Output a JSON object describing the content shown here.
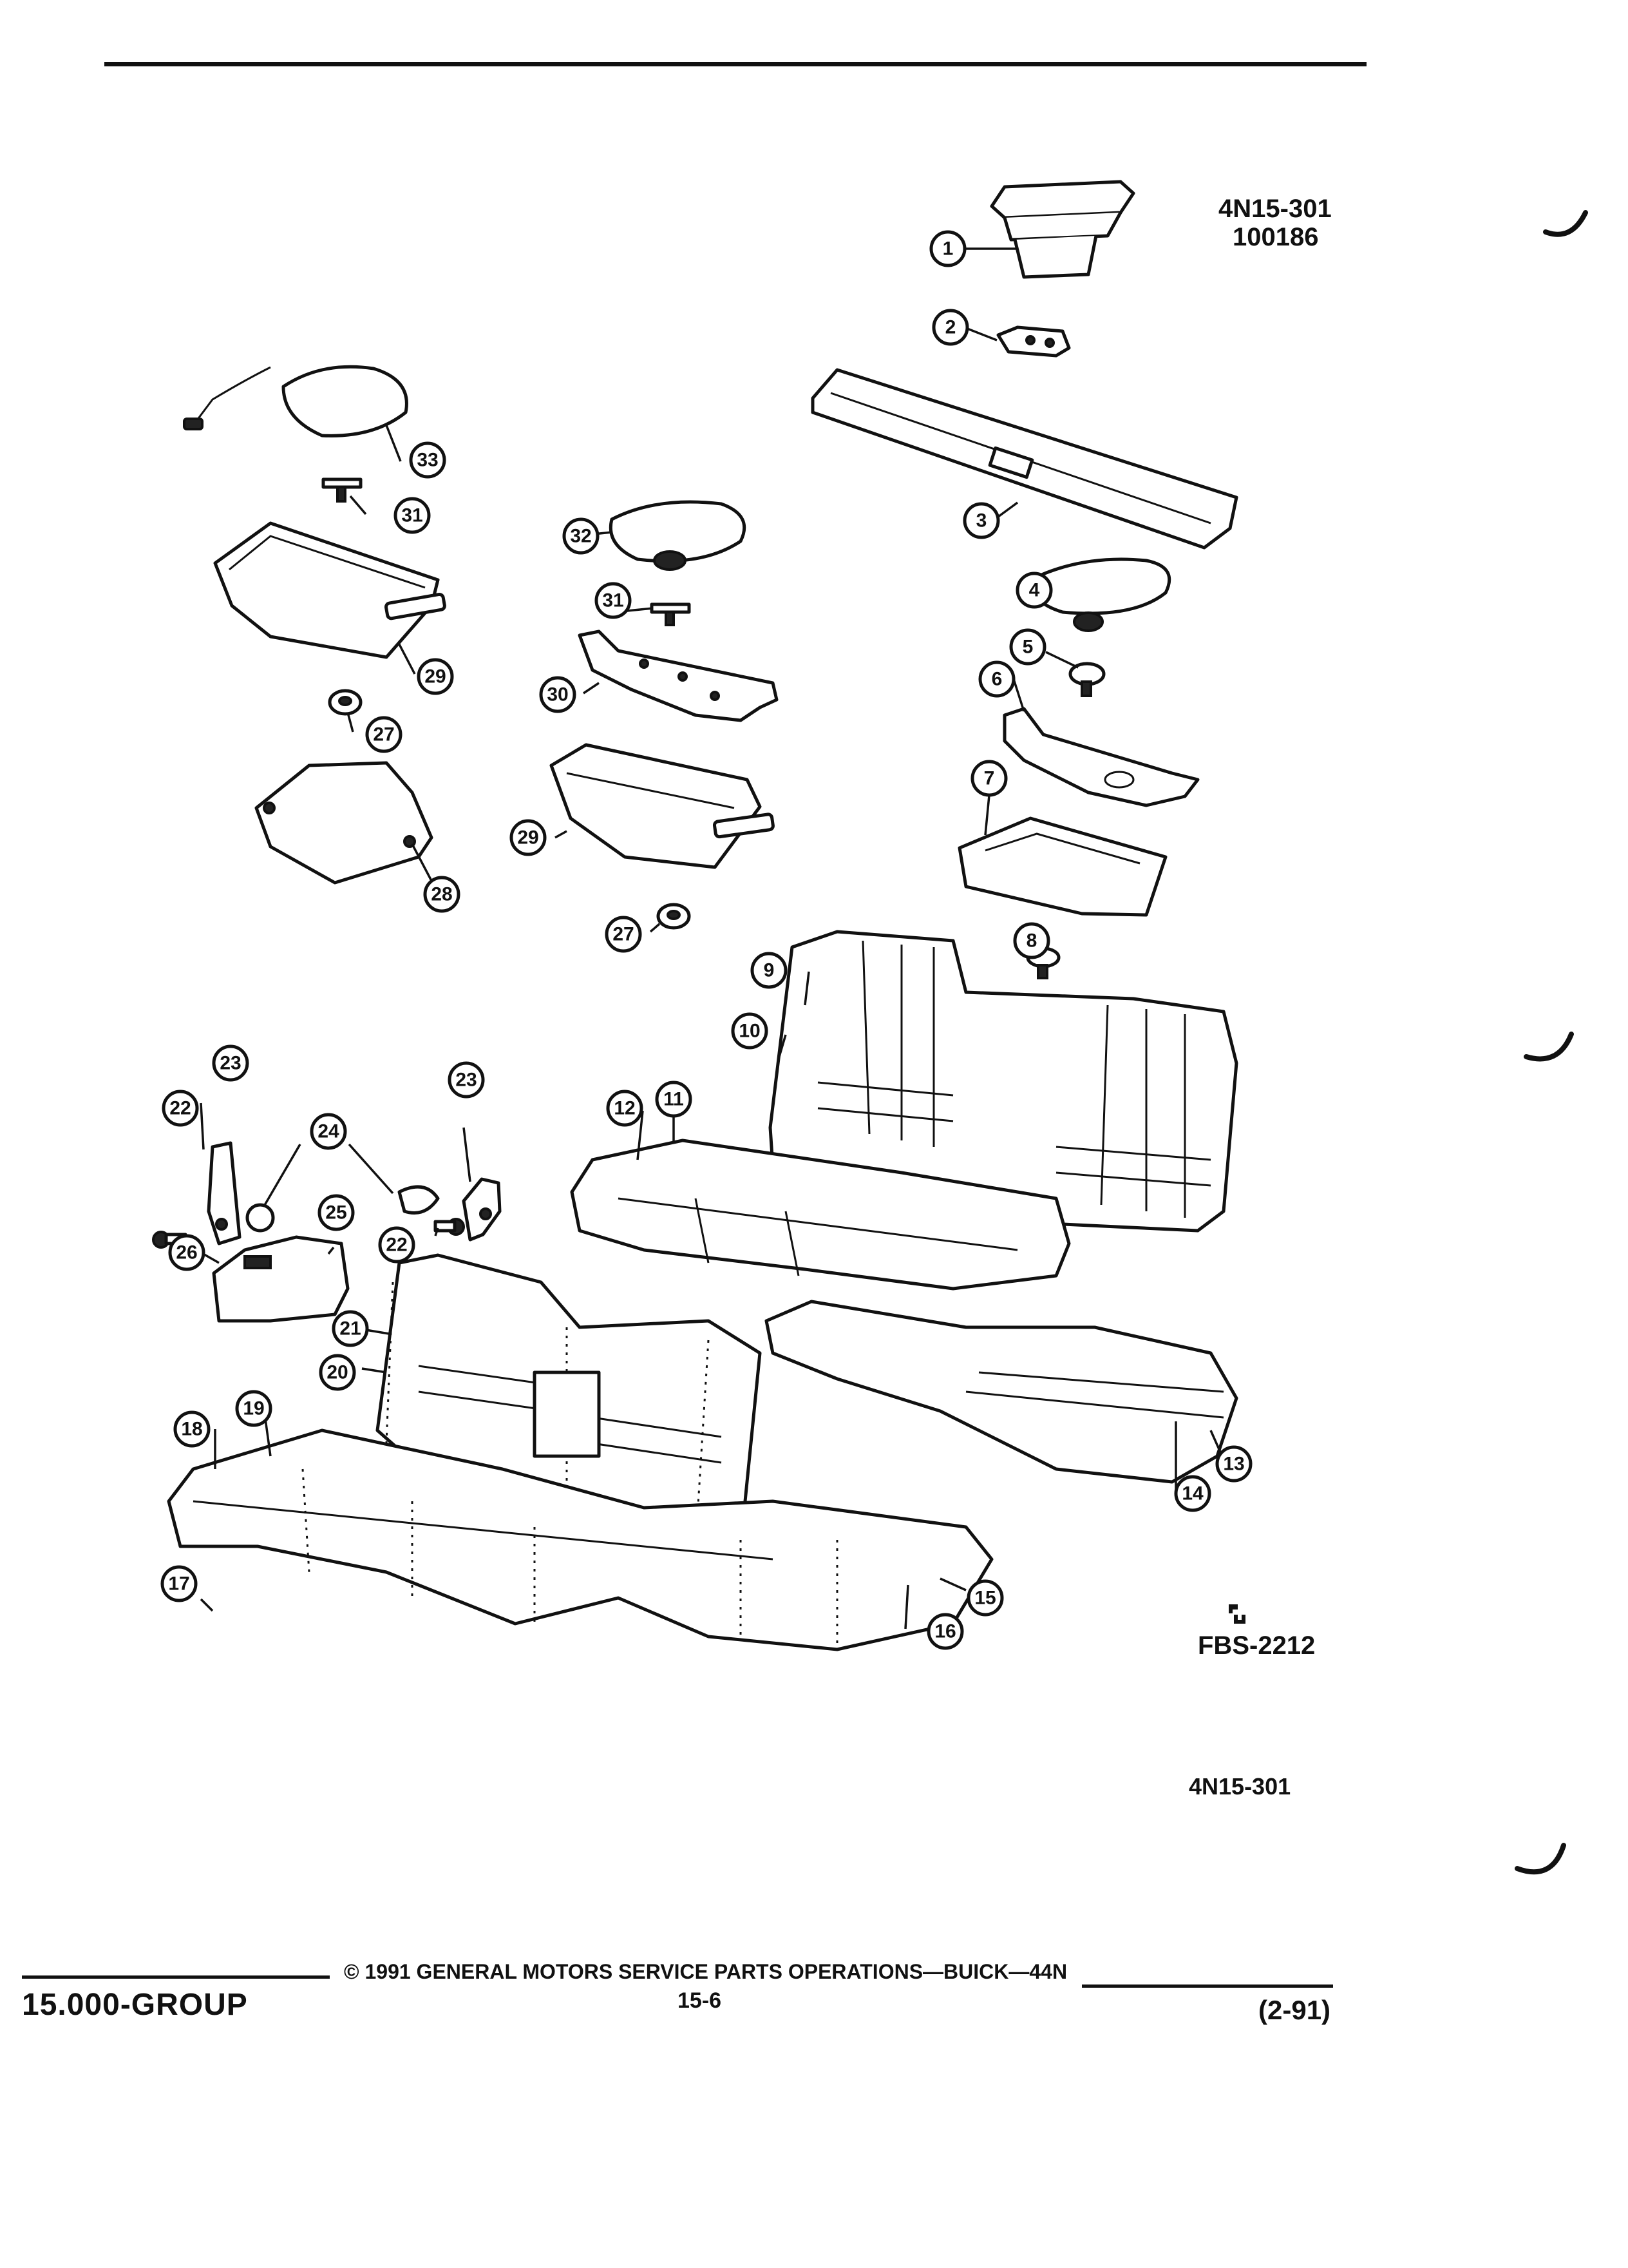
{
  "figure": {
    "id_top": "4N15-301",
    "code_top": "100186",
    "fbs_code": "FBS-2212",
    "id_bottom": "4N15-301"
  },
  "footer": {
    "group": "15.000-GROUP",
    "copyright": "© 1991 GENERAL MOTORS SERVICE PARTS OPERATIONS—BUICK—44N",
    "page": "15-6",
    "date": "(2-91)"
  },
  "callouts": [
    "1",
    "2",
    "3",
    "4",
    "5",
    "6",
    "7",
    "8",
    "9",
    "10",
    "11",
    "12",
    "13",
    "14",
    "15",
    "16",
    "17",
    "18",
    "19",
    "20",
    "21",
    "22",
    "22",
    "23",
    "23",
    "24",
    "25",
    "26",
    "27",
    "27",
    "28",
    "29",
    "29",
    "30",
    "31",
    "31",
    "32",
    "33"
  ]
}
